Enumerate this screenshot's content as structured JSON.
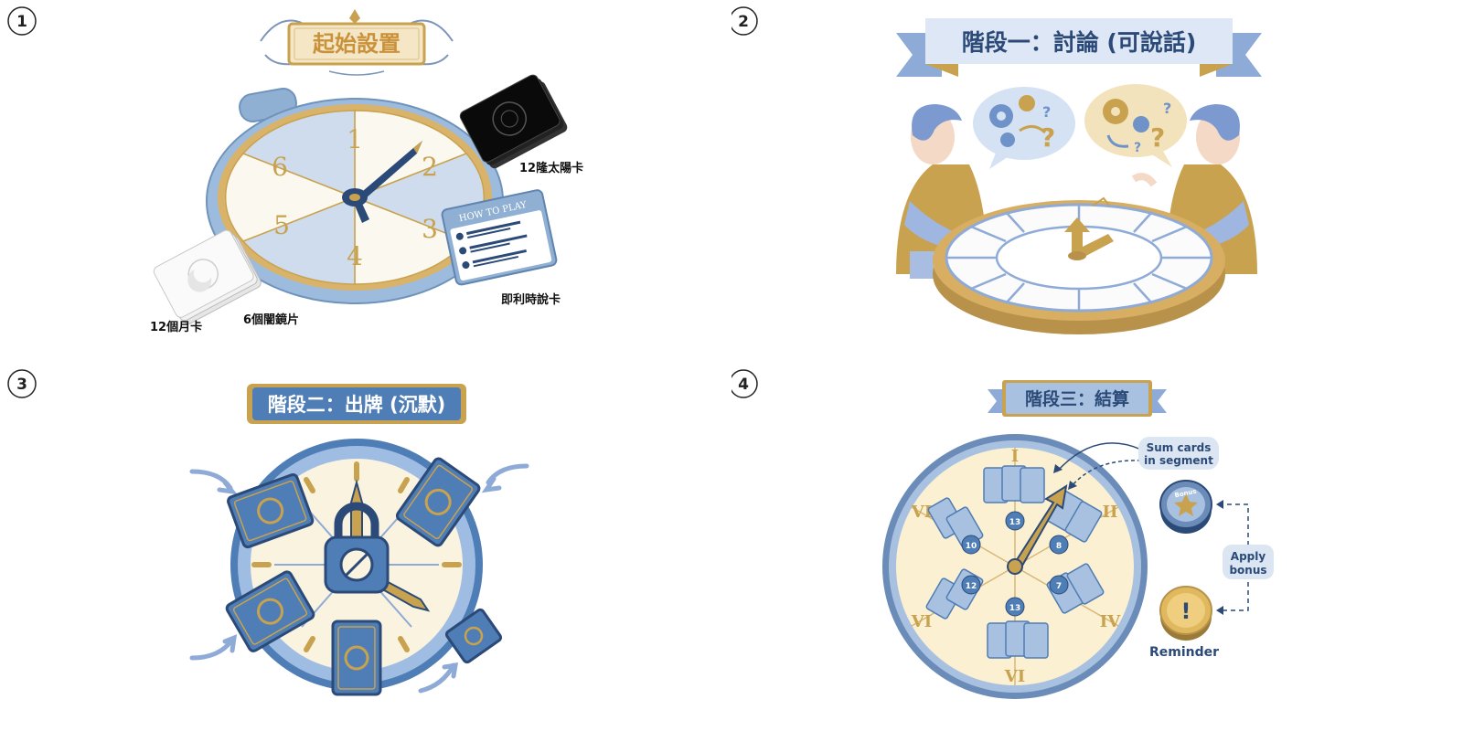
{
  "panels": [
    {
      "number": "1",
      "banner": "起始設置",
      "dial_numbers": [
        "1",
        "2",
        "3",
        "4",
        "5",
        "6"
      ],
      "labels": {
        "sun_cards": "12隆太陽卡",
        "moon_cards": "12個月卡",
        "shards": "6個闇鏡片",
        "quick_card": "即利時說卡"
      },
      "how_to_play": "HOW TO PLAY"
    },
    {
      "number": "2",
      "banner": "階段一：討論 (可說話)"
    },
    {
      "number": "3",
      "banner": "階段二：出牌 (沉默)"
    },
    {
      "number": "4",
      "banner": "階段三：結算",
      "roman_numerals": [
        "I",
        "II",
        "IV",
        "VI",
        "VI",
        "VI"
      ],
      "segment_sums": [
        "13",
        "8",
        "7",
        "13",
        "12",
        "10"
      ],
      "callouts": {
        "sum_line1": "Sum cards",
        "sum_line2": "in segment",
        "apply_line1": "Apply",
        "apply_line2": "bonus",
        "reminder": "Reminder",
        "bonus_token": "Bonus"
      }
    }
  ],
  "colors": {
    "gold": "#c9a24f",
    "blue": "#4f7db5",
    "light_blue": "#c9d8ec",
    "navy": "#2b4a78",
    "cream": "#f7f1df"
  }
}
